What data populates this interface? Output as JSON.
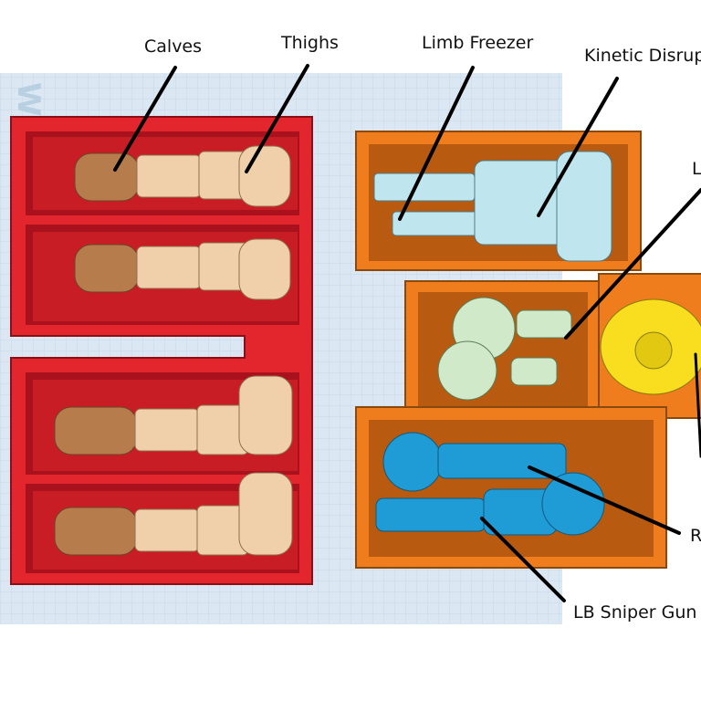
{
  "labels": {
    "calves": "Calves",
    "thighs": "Thighs",
    "limb_freezer": "Limb Freezer",
    "kinetic_disruptor": "Kinetic Disrup",
    "l_partial": "L",
    "r_partial": "R",
    "lb_sniper_gun": "LB Sniper Gun"
  },
  "workplane_text": "W",
  "colors": {
    "workplane": "#dbe8f3",
    "grid": "#c3d6e7",
    "red_box": "#e3262e",
    "red_dark": "#a9121d",
    "orange_box": "#ef7d1d",
    "orange_dark": "#b85a10",
    "calf": "#b77c4c",
    "thigh": "#efd0ab",
    "light_blue": "#bfe6ef",
    "pale_green": "#cfe9c9",
    "yellow": "#f8de1e",
    "blue": "#1f9bd6",
    "leader_line": "#000000"
  }
}
